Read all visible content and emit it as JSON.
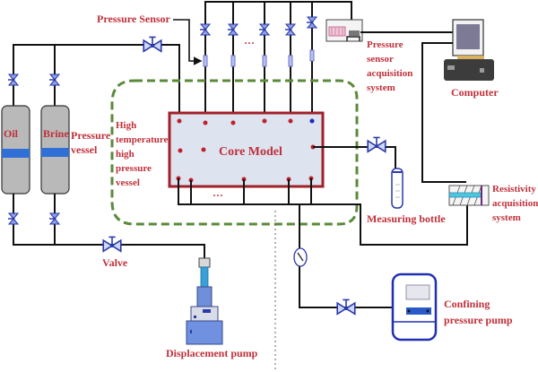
{
  "diagram": {
    "labels": {
      "pressure_sensor": "Pressure Sensor",
      "pressure_sensor_acq": [
        "Pressure",
        "sensor",
        "acquisition",
        "system"
      ],
      "computer": "Computer",
      "oil": "Oil",
      "brine": "Brine",
      "pressure_vessel": [
        "Pressure",
        "vessel"
      ],
      "htp_vessel": [
        "High",
        "temperature",
        "high",
        "pressure",
        "vessel"
      ],
      "core_model": "Core Model",
      "measuring_bottle": "Measuring bottle",
      "resistivity_acq": [
        "Resistivity",
        "acquisition",
        "system"
      ],
      "valve": "Valve",
      "displacement_pump": "Displacement pump",
      "confining_pump": [
        "Confining",
        "pressure pump"
      ],
      "ellipsis": "···"
    },
    "colors": {
      "label_red": "#c0303a",
      "core_border": "#a0202a",
      "core_fill": "#dde3ef",
      "valve_blue": "#2a3aa8",
      "vessel_gray": "#b9b9b9",
      "vessel_band": "#2f6fd6",
      "dashed_green": "#5a8a3a"
    }
  }
}
